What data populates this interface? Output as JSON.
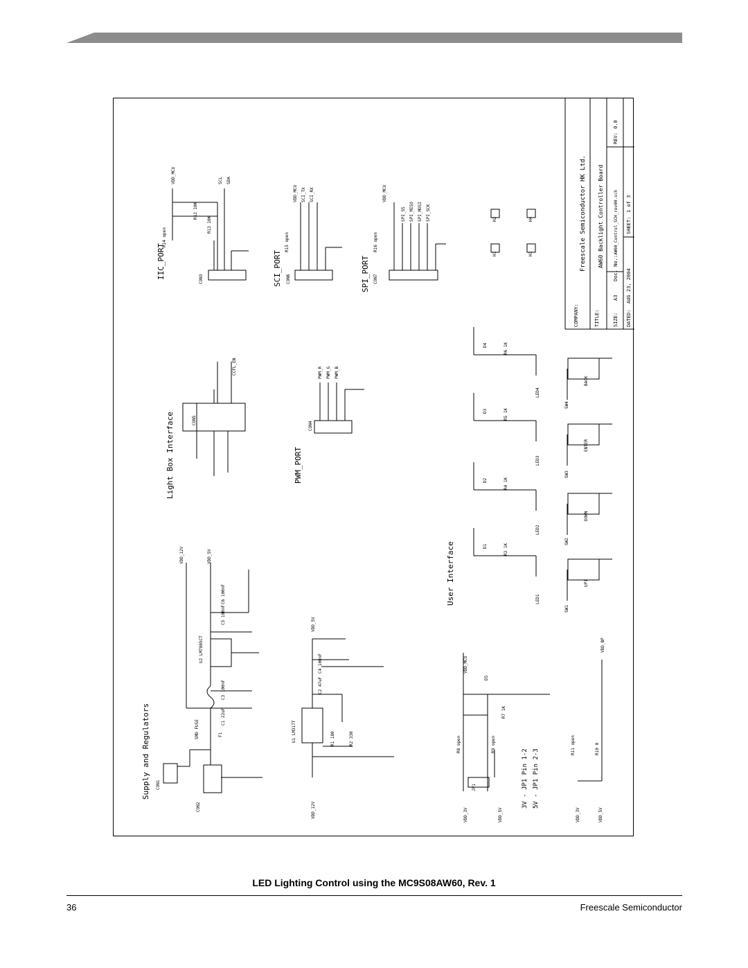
{
  "header": {
    "bar_color": "#8c8c8c"
  },
  "schematic": {
    "sections": {
      "supply": "Supply and Regulators",
      "light_box": "Light Box Interface",
      "pwm_port": "PWM_PORT",
      "user_interface": "User Interface",
      "iic_port": "IIC_PORT",
      "sci_port": "SCI_PORT",
      "spi_port": "SPI_PORT"
    },
    "notes": {
      "jp1_3v": "3V - JP1 Pin 1-2",
      "jp1_5v": "5V - JP1 Pin 2-3"
    },
    "power": {
      "vdd_12v": "VDD_12V",
      "vdd_5v": "VDD_5V",
      "vdd_3v": "VDD_3V",
      "vdd_mcu": "VDD_MCU",
      "vdd_bp": "VDD_BP"
    },
    "parts": {
      "u2": "U2 LM7805CT",
      "u1": "U1 LM317T",
      "fuse": "SMD FUSE",
      "f1": "F1",
      "c1": "C1 22uF",
      "c3": "C3 100nF",
      "c5": "C5 100nF",
      "c6": "C6 100nF",
      "c4": "C4 100nF",
      "c2": "C2 47uF",
      "r1": "R1 180",
      "r2": "R2 330",
      "r8": "R8 open",
      "r9": "R9 open",
      "r11": "R11 open",
      "r10": "R10 0",
      "r7": "R7 1K",
      "d5": "D5",
      "con1": "CON1",
      "con2": "CON2",
      "jp1": "JP1",
      "con5": "CON5",
      "con4": "CON4",
      "con3": "CON3",
      "con6": "CON6",
      "con7": "CON7",
      "r14": "R14 open",
      "r12": "R12 10K",
      "r13": "R13 10K",
      "r15": "R15 open",
      "r16": "R16 open",
      "sci_tx": "SCI_TX",
      "sci_rx": "SCI_RX",
      "scl": "SCL",
      "sda": "SDA",
      "spi_ss": "SPI_SS",
      "spi_miso": "SPI_MISO",
      "spi_mosi": "SPI_MOSI",
      "spi_sck": "SPI_SCK",
      "pwm_r": "PWM_R",
      "pwm_g": "PWM_G",
      "pwm_b": "PWM_B",
      "ccfl_en": "CCFL_EN",
      "h1": "H1",
      "h2": "H2",
      "h3": "H3",
      "h4": "H4"
    },
    "ui": {
      "leds": [
        "D1",
        "D2",
        "D3",
        "D4"
      ],
      "resistors": [
        "R3 1K",
        "R4 1K",
        "R5 1K",
        "R6 1K"
      ],
      "led_nets": [
        "LED1",
        "LED2",
        "LED3",
        "LED4"
      ],
      "switches": [
        "SW1",
        "SW2",
        "SW3",
        "SW4"
      ],
      "keys": [
        "UP1",
        "DOWN",
        "ENTER",
        "BACK"
      ]
    },
    "title_block": {
      "company_label": "COMPANY:",
      "company": "Freescale Semiconductor HK Ltd.",
      "title_label": "TITLE:",
      "title": "AW60 Backlight Controller Board",
      "size_label": "SIZE:",
      "size": "A3",
      "doc_label": "Doc. No.:",
      "doc": "AW60_Control_SCH_rev00.sch",
      "rev_label": "REV:",
      "rev": "0.0",
      "date_label": "DATED:",
      "date": "AUG 23, 2004",
      "sheet_label": "SHEET:",
      "sheet": "1 of 3"
    }
  },
  "footer": {
    "title": "LED Lighting Control using the MC9S08AW60, Rev. 1",
    "page_number": "36",
    "company": "Freescale Semiconductor"
  }
}
